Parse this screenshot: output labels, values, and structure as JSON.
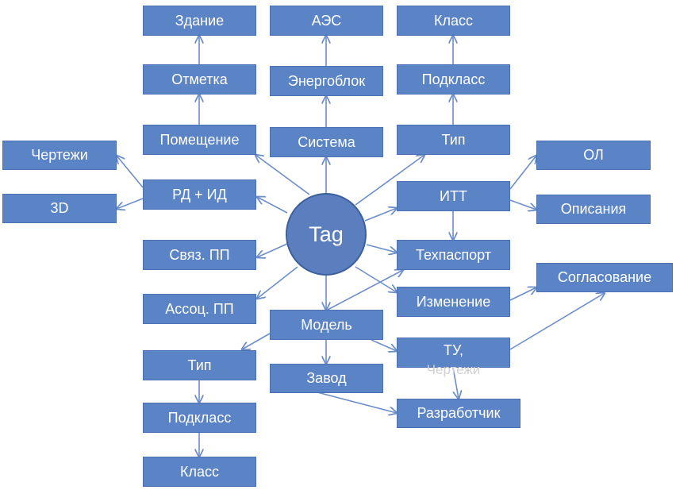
{
  "hub": {
    "label": "Tag"
  },
  "nodes": {
    "zdanie": "Здание",
    "otmetka": "Отметка",
    "pomeschenie": "Помещение",
    "aes": "АЭС",
    "energoblok": "Энергоблок",
    "sistema": "Система",
    "klass_top": "Класс",
    "podklass_top": "Подкласс",
    "tip_top": "Тип",
    "chertezhi": "Чертежи",
    "model_3d": "3D",
    "rd_id": "РД + ИД",
    "itt": "ИТТ",
    "ol": "ОЛ",
    "opisaniya": "Описания",
    "svyaz_pp": "Связ. ПП",
    "tehpasport": "Техпаспорт",
    "soglasovanie": "Согласование",
    "assoc_pp": "Ассоц. ПП",
    "izmenenie": "Изменение",
    "model": "Модель",
    "ty": "ТУ,",
    "ty_sub": "Чертежи",
    "tip_bottom": "Тип",
    "zavod": "Завод",
    "razrabotchik": "Разработчик",
    "podklass_bottom": "Подкласс",
    "klass_bottom": "Класс"
  },
  "colors": {
    "node_fill": "#5b84c6",
    "hub_fill": "#5b7fbe",
    "edge": "#6d8ec9",
    "text": "#ffffff"
  }
}
